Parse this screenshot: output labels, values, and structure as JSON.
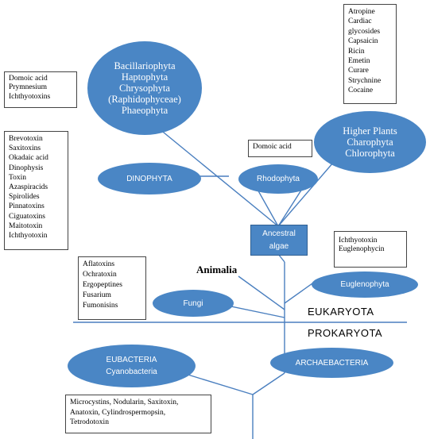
{
  "ellipses": {
    "bacillariophyta": [
      "Bacillariophyta",
      "Haptophyta",
      "Chrysophyta",
      "(Raphidophyceae)",
      "Phaeophyta"
    ],
    "higher_plants": [
      "Higher Plants",
      "Charophyta",
      "Chlorophyta"
    ],
    "dinophyta": "DINOPHYTA",
    "rhodophyta": "Rhodophyta",
    "euglenophyta": "Euglenophyta",
    "fungi": "Fungi",
    "eubacteria": [
      "EUBACTERIA",
      "Cyanobacteria"
    ],
    "archaebacteria": "ARCHAEBACTERIA"
  },
  "ancestral_algae": [
    "Ancestral",
    "algae"
  ],
  "labels": {
    "animalia": "Animalia",
    "eukaryota": "EUKARYOTA",
    "prokaryota": "PROKARYOTA"
  },
  "boxes": {
    "top_right": [
      "Atropine",
      "Cardiac",
      "glycosides",
      "Capsaicin",
      "Ricin",
      "Emetin",
      "Curare",
      "Strychnine",
      "Cocaine"
    ],
    "domoic_left": [
      "Domoic acid",
      "Prymnesium",
      "Ichthyotoxins"
    ],
    "domoic_mid": [
      "Domoic acid"
    ],
    "dino_toxins": [
      "Brevotoxin",
      "Saxitoxins",
      "Okadaic acid",
      "Dinophysis",
      "Toxin",
      "Azaspiracids",
      "Spirolides",
      "Pinnatoxins",
      "Ciguatoxins",
      "Maitotoxin",
      "Ichthyotoxin"
    ],
    "eugleno_toxins": [
      "Ichthyotoxin",
      "Euglenophycin"
    ],
    "fungi_toxins": [
      "Aflatoxins",
      "Ochratoxin",
      "Ergopeptines",
      "Fusarium",
      "Fumonisins"
    ],
    "cyano_toxins": [
      "Microcystins, Nodularin, Saxitoxin,",
      "Anatoxin, Cylindrospermopsin,",
      "Tetrodotoxin"
    ]
  }
}
